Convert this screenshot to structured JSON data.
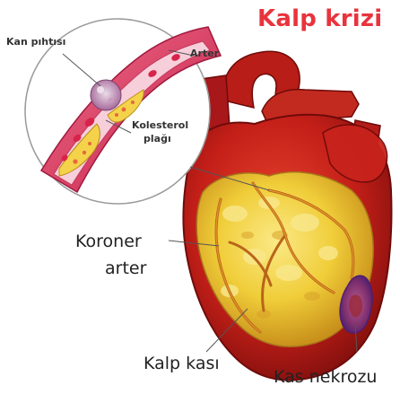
{
  "title": "Kalp krizi",
  "labels": {
    "clot": "Kan pıhtısı",
    "artery": "Arter",
    "plaque_line1": "Kolesterol",
    "plaque_line2": "plağı",
    "coronary_line1": "Koroner",
    "coronary_line2": "arter",
    "heart_muscle": "Kalp kası",
    "necrosis": "Kas nekrozu"
  },
  "colors": {
    "title": "#e8343d",
    "artery": "#d8305a",
    "heart_red": "#c8201c",
    "fat_yellow": "#f2d23a",
    "necrosis_purple": "#6e3a8c",
    "leader_lines": "#555555"
  }
}
